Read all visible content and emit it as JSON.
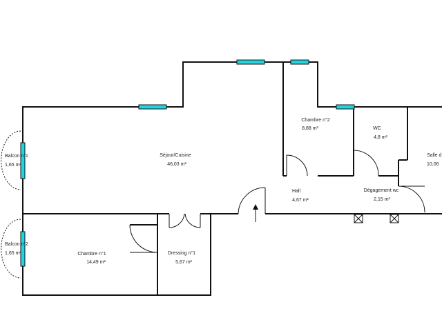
{
  "colors": {
    "walls": "#111111",
    "windows": "#22d3e0",
    "background": "#ffffff"
  },
  "rooms": {
    "sejour": {
      "name": "Séjour/Cuisine",
      "area": "46,03  m²"
    },
    "chambre2": {
      "name": "Chambre n°2",
      "area": "8,88  m²"
    },
    "wc": {
      "name": "WC",
      "area": "4,8  m²"
    },
    "salle": {
      "name": "Salle d",
      "area": "10,06"
    },
    "hall": {
      "name": "Hall",
      "area": "4,67  m²"
    },
    "degagement": {
      "name": "Dégagement wc",
      "area": "2,15  m²"
    },
    "chambre1": {
      "name": "Chambre n°1",
      "area": "14,49  m²"
    },
    "dressing": {
      "name": "Dressing n°1",
      "area": "5,67  m²"
    },
    "balcon1": {
      "name": "Balcon n°1",
      "area": "1,65  m²"
    },
    "balcon2": {
      "name": "Balcon n°2",
      "area": "1,65  m²"
    }
  },
  "icons": [
    "entrance-arrow-icon",
    "door-swing-icon",
    "window-icon",
    "duct-cross-icon"
  ]
}
